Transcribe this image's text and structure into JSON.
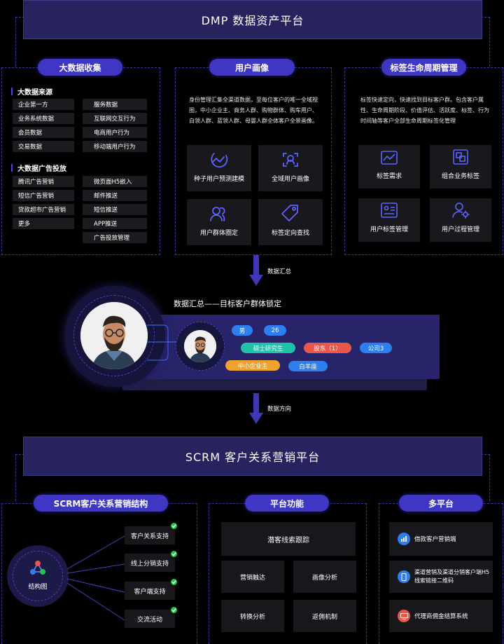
{
  "dmp": {
    "title": "DMP 数据资产平台"
  },
  "collect": {
    "title": "大数据收集",
    "sources_label": "大数据来源",
    "sources_left": [
      "企业第一方",
      "业务系统数据",
      "会员数据",
      "交易数据"
    ],
    "sources_right": [
      "服务数据",
      "互联网交互行为",
      "电商用户行为",
      "移动端用户行为"
    ],
    "ads_label": "大数据广告投放",
    "ads_left": [
      "腾讯广告营销",
      "短信广告营销",
      "贷款超市广告营销",
      "更多"
    ],
    "ads_right": [
      "微页面H5嵌入",
      "邮件推送",
      "短信推送",
      "APP推送",
      "广告投放管理"
    ]
  },
  "portrait": {
    "title": "用户画像",
    "desc": "身份管理汇集全渠道数据，至每位客户的唯一全域视图，中小企业主、商务人群、购物群体、购车用户、白领人群、蓝领人群、母婴人群全体客户全景画像。",
    "cards": [
      {
        "label": "种子用户预测建模",
        "icon": "wave-chart-icon"
      },
      {
        "label": "全域用户画像",
        "icon": "portrait-frame-icon"
      },
      {
        "label": "用户群体圈定",
        "icon": "user-group-icon"
      },
      {
        "label": "标签定向查找",
        "icon": "tag-icon"
      }
    ]
  },
  "lifecycle": {
    "title": "标签生命周期管理",
    "desc": "标签快速定向，快速找到目标客户群。包含客户属性、生命周期阶段、价值评估、活跃度、标签、行为时间轴等客户全部生命周期标签化管理",
    "cards": [
      {
        "label": "标签需求",
        "icon": "chart-board-icon"
      },
      {
        "label": "组合业务标签",
        "icon": "combine-icon"
      },
      {
        "label": "用户标签管理",
        "icon": "id-card-icon"
      },
      {
        "label": "用户过程管理",
        "icon": "user-gear-icon"
      }
    ]
  },
  "flow1": {
    "label": "数据汇总"
  },
  "summary": {
    "title": "数据汇总——目标客户群体锁定",
    "chips": [
      "男",
      "26",
      "硕士研究生",
      "股东（1）",
      "公司3",
      "中小企业主",
      "白羊座"
    ],
    "colors": {
      "blue": "#2d7ff0",
      "teal": "#1fc1a8",
      "red": "#e8574a",
      "orange": "#f0a22e"
    }
  },
  "flow2": {
    "label": "数据方向"
  },
  "scrm": {
    "title": "SCRM 客户关系营销平台"
  },
  "structure": {
    "title": "SCRM客户关系营销结构",
    "center_label": "结构图",
    "items": [
      "客户关系支持",
      "线上分销支持",
      "客户端支持",
      "交流活动"
    ]
  },
  "functions": {
    "title": "平台功能",
    "top": "潜客线索跟踪",
    "grid": [
      "营销触达",
      "画像分析",
      "转换分析",
      "返佣机制"
    ]
  },
  "multi": {
    "title": "多平台",
    "items": [
      {
        "label": "借款客户营销端",
        "icon": "bar-chart-icon",
        "color": "#2d7ff0"
      },
      {
        "label": "渠道营销及渠道分销客户端H5线索链接二维码",
        "icon": "phone-icon",
        "color": "#2d7ff0"
      },
      {
        "label": "代理商佣金结算系统",
        "icon": "monitor-icon",
        "color": "#e8574a"
      }
    ]
  }
}
